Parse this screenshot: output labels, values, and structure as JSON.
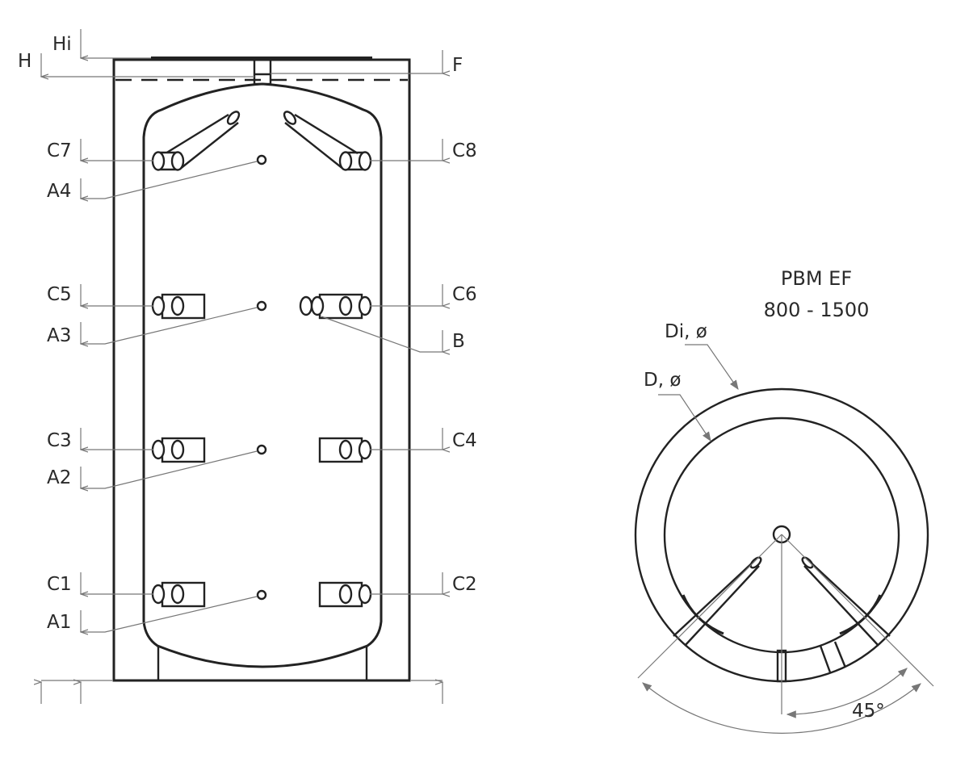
{
  "diagram": {
    "title_line1": "PBM EF",
    "title_line2": "800 - 1500",
    "side_view": {
      "top_labels": {
        "hi": "Hi",
        "h": "H",
        "f": "F"
      },
      "left_labels": [
        "C7",
        "A4",
        "C5",
        "A3",
        "C3",
        "A2",
        "C1",
        "A1"
      ],
      "right_labels": [
        "C8",
        "C6",
        "B",
        "C4",
        "C2"
      ],
      "connections": [
        {
          "id": "C7",
          "side": "left"
        },
        {
          "id": "C8",
          "side": "right"
        },
        {
          "id": "A4",
          "side": "left"
        },
        {
          "id": "C5",
          "side": "left"
        },
        {
          "id": "C6",
          "side": "right"
        },
        {
          "id": "A3",
          "side": "left"
        },
        {
          "id": "B",
          "side": "right"
        },
        {
          "id": "C3",
          "side": "left"
        },
        {
          "id": "C4",
          "side": "right"
        },
        {
          "id": "A2",
          "side": "left"
        },
        {
          "id": "C1",
          "side": "left"
        },
        {
          "id": "C2",
          "side": "right"
        },
        {
          "id": "A1",
          "side": "left"
        }
      ]
    },
    "top_view": {
      "inner_diameter_label": "Di, ø",
      "outer_diameter_label": "D, ø",
      "angle_label": "45°"
    }
  }
}
